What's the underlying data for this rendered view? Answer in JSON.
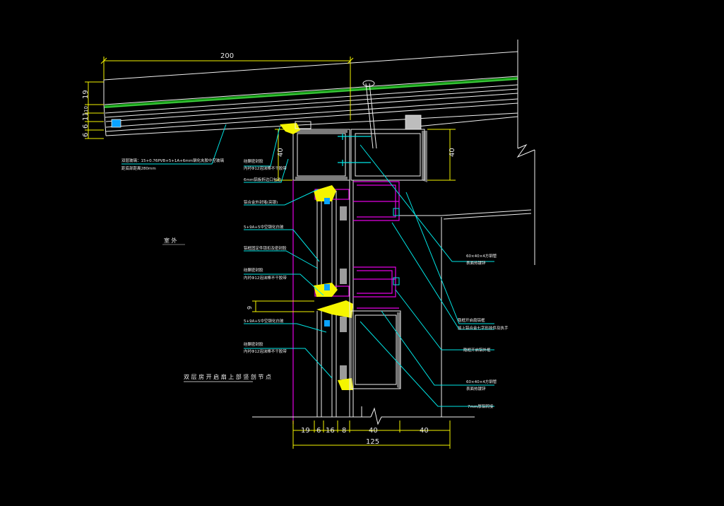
{
  "colors": {
    "background": "#000000",
    "outline": "#f0f0f0",
    "dimension": "#f5f500",
    "leader": "#00e5e5",
    "frame": "#e400e4",
    "seal": "#f5f500",
    "green": "#1fd51f",
    "blue": "#0aa3ff"
  },
  "title": "双 层 房 开 启 扇 上 部 竖 剖 节 点",
  "room_label": "室  外",
  "dims": {
    "top_width": "200",
    "left_stack": [
      "19",
      "10",
      "11",
      "6",
      "6"
    ],
    "right_height": "40",
    "bracket_height": "40",
    "gap_mark": "9",
    "bottom_row": [
      "19",
      "6",
      "16",
      "8",
      "40",
      "40"
    ],
    "bottom_total": "125"
  },
  "notes": [
    "双层玻璃：15+0.76PVB+5+1A+6mm钢化夹胶中空玻璃",
    "距底部距离280mm",
    "硅酮密封胶",
    "内衬Φ12泡沫棒不干胶带",
    "6mm铝板折边口包边",
    "铝合金外封堵(亮银)",
    "5+9A+5中空钢化白玻",
    "铝框固定件锁扣及密封胶",
    "硅酮密封胶",
    "内衬Φ12泡沫棒不干胶带",
    "5+9A+5中空钢化白玻",
    "硅酮密封胶",
    "内衬Φ12泡沫棒不干胶带",
    "60×40×4方钢管",
    "表面热镀锌",
    "隐框开启扇铝框",
    "加上铝合金七字形挂件及执手",
    "隐框开启铝外框",
    "60×40×4方钢管",
    "表面热镀锌",
    "7mm厚铝转接"
  ]
}
